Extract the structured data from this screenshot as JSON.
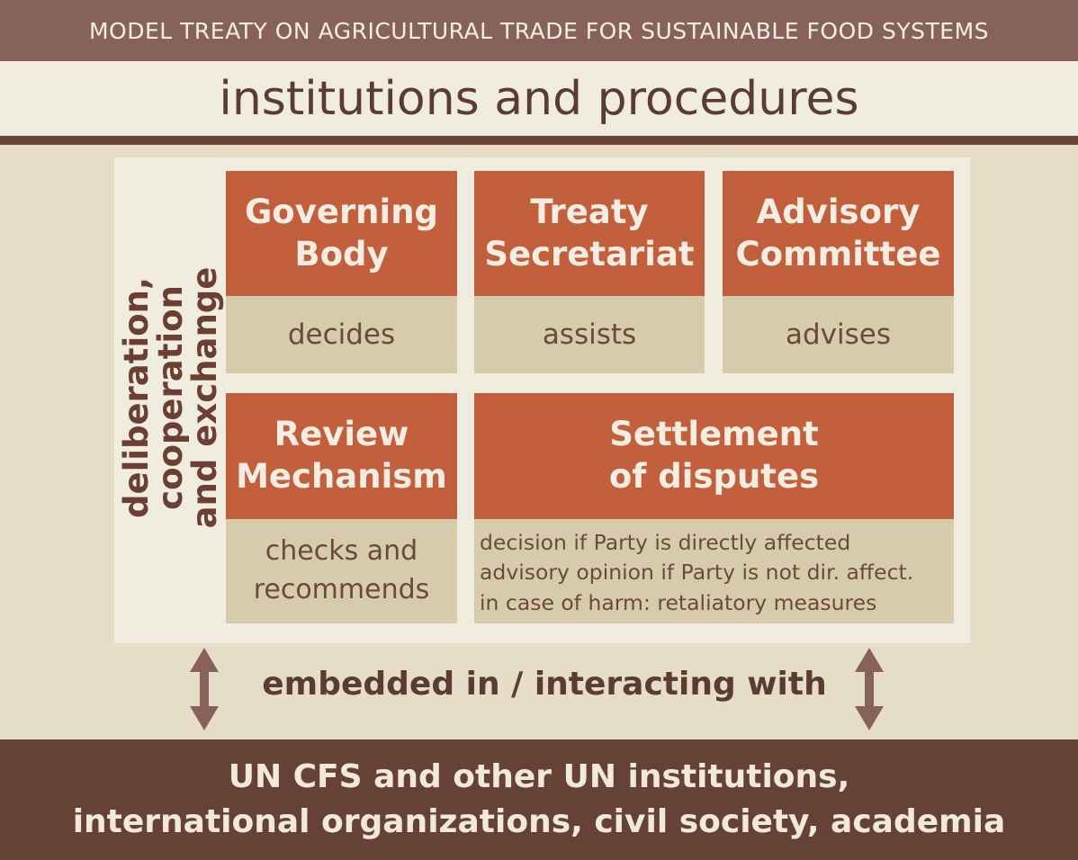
{
  "header": {
    "banner": "MODEL TREATY ON AGRICULTURAL TRADE FOR SUSTAINABLE FOOD SYSTEMS",
    "title": "institutions and procedures"
  },
  "side_label": {
    "line1": "deliberation, cooperation",
    "line2": "and exchange"
  },
  "boxes": [
    {
      "head_lines": [
        "Governing",
        "Body"
      ],
      "body_lines": [
        "decides"
      ]
    },
    {
      "head_lines": [
        "Treaty",
        "Secretariat"
      ],
      "body_lines": [
        "assists"
      ]
    },
    {
      "head_lines": [
        "Advisory",
        "Committee"
      ],
      "body_lines": [
        "advises"
      ]
    },
    {
      "head_lines": [
        "Review",
        "Mechanism"
      ],
      "body_lines": [
        "checks and",
        "recommends"
      ]
    },
    {
      "head_lines": [
        "Settlement",
        "of disputes"
      ],
      "body_lines": [
        "decision if Party is directly affected",
        "advisory opinion if Party is not dir. affect.",
        "in case of harm: retaliatory measures"
      ]
    }
  ],
  "connector": {
    "label": "embedded in / interacting with"
  },
  "footer": {
    "line1": "UN CFS and other UN institutions,",
    "line2": "international organizations, civil society, academia"
  },
  "colors": {
    "banner": "#86625a",
    "box_head": "#c2603d",
    "box_body": "#d6ccac",
    "footer": "#654235",
    "arrow": "#86625a"
  }
}
